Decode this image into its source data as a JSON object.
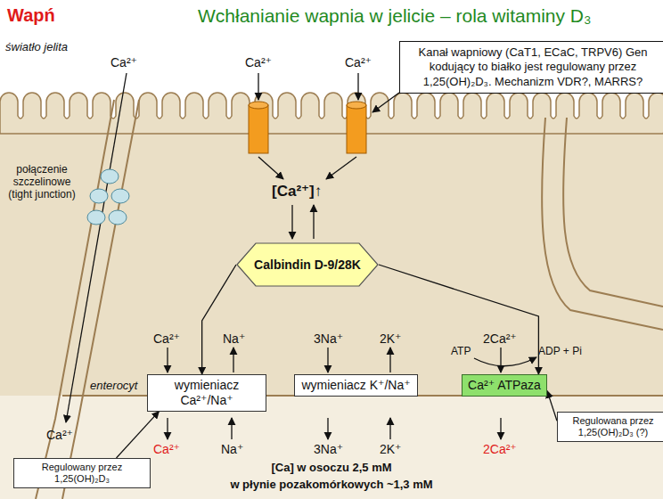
{
  "diagram": {
    "title": "Wchłanianie wapnia w jelicie – rola witaminy D₃",
    "nodes": [
      {
        "text": [
          "Kanał wapniowy (CaT1, ECaC, TRPV6) Gen kodujący to białko jest regulowany przez 1,25(OH)₂D₃. Mechanizm VDR?, MARRS?"
        ]
      },
      {
        "text": [
          "Calbindin D-9/28K"
        ]
      },
      {
        "text": [
          "wymieniacz Ca²⁺/Na⁺"
        ]
      },
      {
        "text": [
          "wymieniacz K⁺/Na⁺"
        ]
      },
      {
        "text": [
          "Ca²⁺ ATPaza"
        ]
      },
      {
        "text": [
          "Regulowana przez 1,25(OH)₂D₃ (?)"
        ]
      },
      {
        "text": [
          "Regulowany przez 1,25(OH)₂D₃"
        ]
      }
    ],
    "edges": [
      {
        "from": 1,
        "to": 2,
        "arrow": "to"
      },
      {
        "from": 1,
        "to": 4,
        "arrow": "to"
      },
      {
        "from": 5,
        "to": 4,
        "arrow": "to"
      },
      {
        "from": 6,
        "to": 2,
        "arrow": "to"
      }
    ],
    "labels": [
      "Wapń",
      "światło jelita",
      "Ca²⁺",
      "Ca²⁺",
      "Ca²⁺",
      "połączenie szczelinowe (tight junction)",
      "[Ca²⁺]↑",
      "Ca²⁺",
      "Na⁺",
      "3Na⁺",
      "2K⁺",
      "2Ca²⁺",
      "ATP",
      "ADP + Pi",
      "enterocyt",
      "Ca²⁺",
      "Ca²⁺",
      "Na⁺",
      "3Na⁺",
      "2K⁺",
      "2Ca²⁺",
      "[Ca] w osoczu 2,5 mM",
      "w płynie pozakomórkowych ~1,3 mM"
    ]
  }
}
